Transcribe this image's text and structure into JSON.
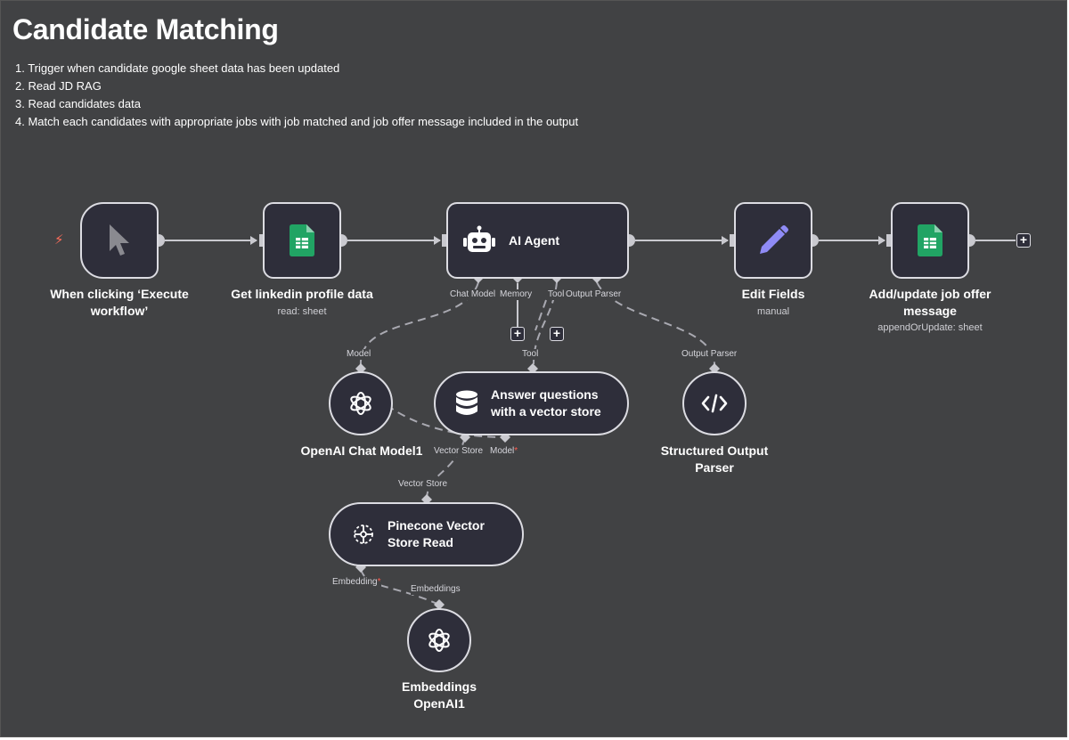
{
  "sticky": {
    "title": "Candidate Matching",
    "steps": [
      "1. Trigger when candidate google sheet data has been updated",
      "2. Read JD RAG",
      "3. Read candidates data",
      "4. Match each candidates with appropriate jobs with job matched and job offer message included in the output"
    ]
  },
  "nodes": {
    "trigger": {
      "label": "When clicking ‘Execute workflow’",
      "icon": "cursor-icon"
    },
    "linkedin": {
      "label": "Get linkedin profile data",
      "subtitle": "read: sheet",
      "icon": "google-sheets-icon"
    },
    "agent": {
      "label": "AI Agent",
      "icon": "robot-icon"
    },
    "edit": {
      "label": "Edit Fields",
      "subtitle": "manual",
      "icon": "pencil-icon"
    },
    "addupdate": {
      "label": "Add/update job offer message",
      "subtitle": "appendOrUpdate: sheet",
      "icon": "google-sheets-icon"
    },
    "chat_model": {
      "label": "OpenAI Chat Model1",
      "icon": "openai-icon"
    },
    "vector_tool": {
      "label": "Answer questions with a vector store",
      "icon": "database-icon"
    },
    "parser": {
      "label": "Structured Output Parser",
      "icon": "code-icon"
    },
    "pinecone": {
      "label": "Pinecone Vector Store Read",
      "icon": "pinecone-icon"
    },
    "embeddings": {
      "label": "Embeddings OpenAI1",
      "icon": "openai-icon"
    }
  },
  "ports": {
    "agent_chat_model": "Chat Model",
    "agent_memory": "Memory",
    "agent_tool": "Tool",
    "agent_output_parser": "Output Parser",
    "chat_model_out": "Model",
    "tool_out": "Tool",
    "parser_out": "Output Parser",
    "vector_tool_store": "Vector Store",
    "vector_tool_model": "Model",
    "pinecone_out": "Vector Store",
    "pinecone_embedding": "Embedding",
    "embeddings_out": "Embeddings",
    "required_marker": "*"
  },
  "colors": {
    "canvas": "#414244",
    "node_bg": "#2e2e3a",
    "node_border": "#dcdce2",
    "sheets_green": "#21a464",
    "pencil_purple": "#8f8bf6",
    "trigger_bolt": "#ff6d5a"
  }
}
